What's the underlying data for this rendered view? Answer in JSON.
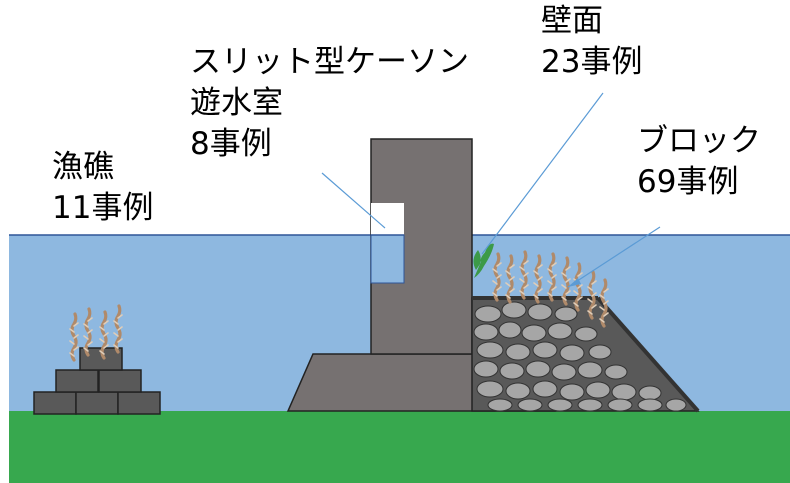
{
  "labels": {
    "gyosho": {
      "name": "漁礁",
      "count": "11事例"
    },
    "slit": {
      "name": "スリット型ケーソン",
      "sub": "遊水室",
      "count": "8事例"
    },
    "wall": {
      "name": "壁面",
      "count": "23事例"
    },
    "block": {
      "name": "ブロック",
      "count": "69事例"
    }
  },
  "colors": {
    "water": "#8EB8E0",
    "water_line": "#2F5597",
    "ground": "#37A84E",
    "caisson": "#767171",
    "block": "#595959",
    "stone": "#A6A6A6",
    "seaweed": "#C9A98A",
    "kelp": "#3C9A48",
    "pointer": "#5B9BD5"
  }
}
